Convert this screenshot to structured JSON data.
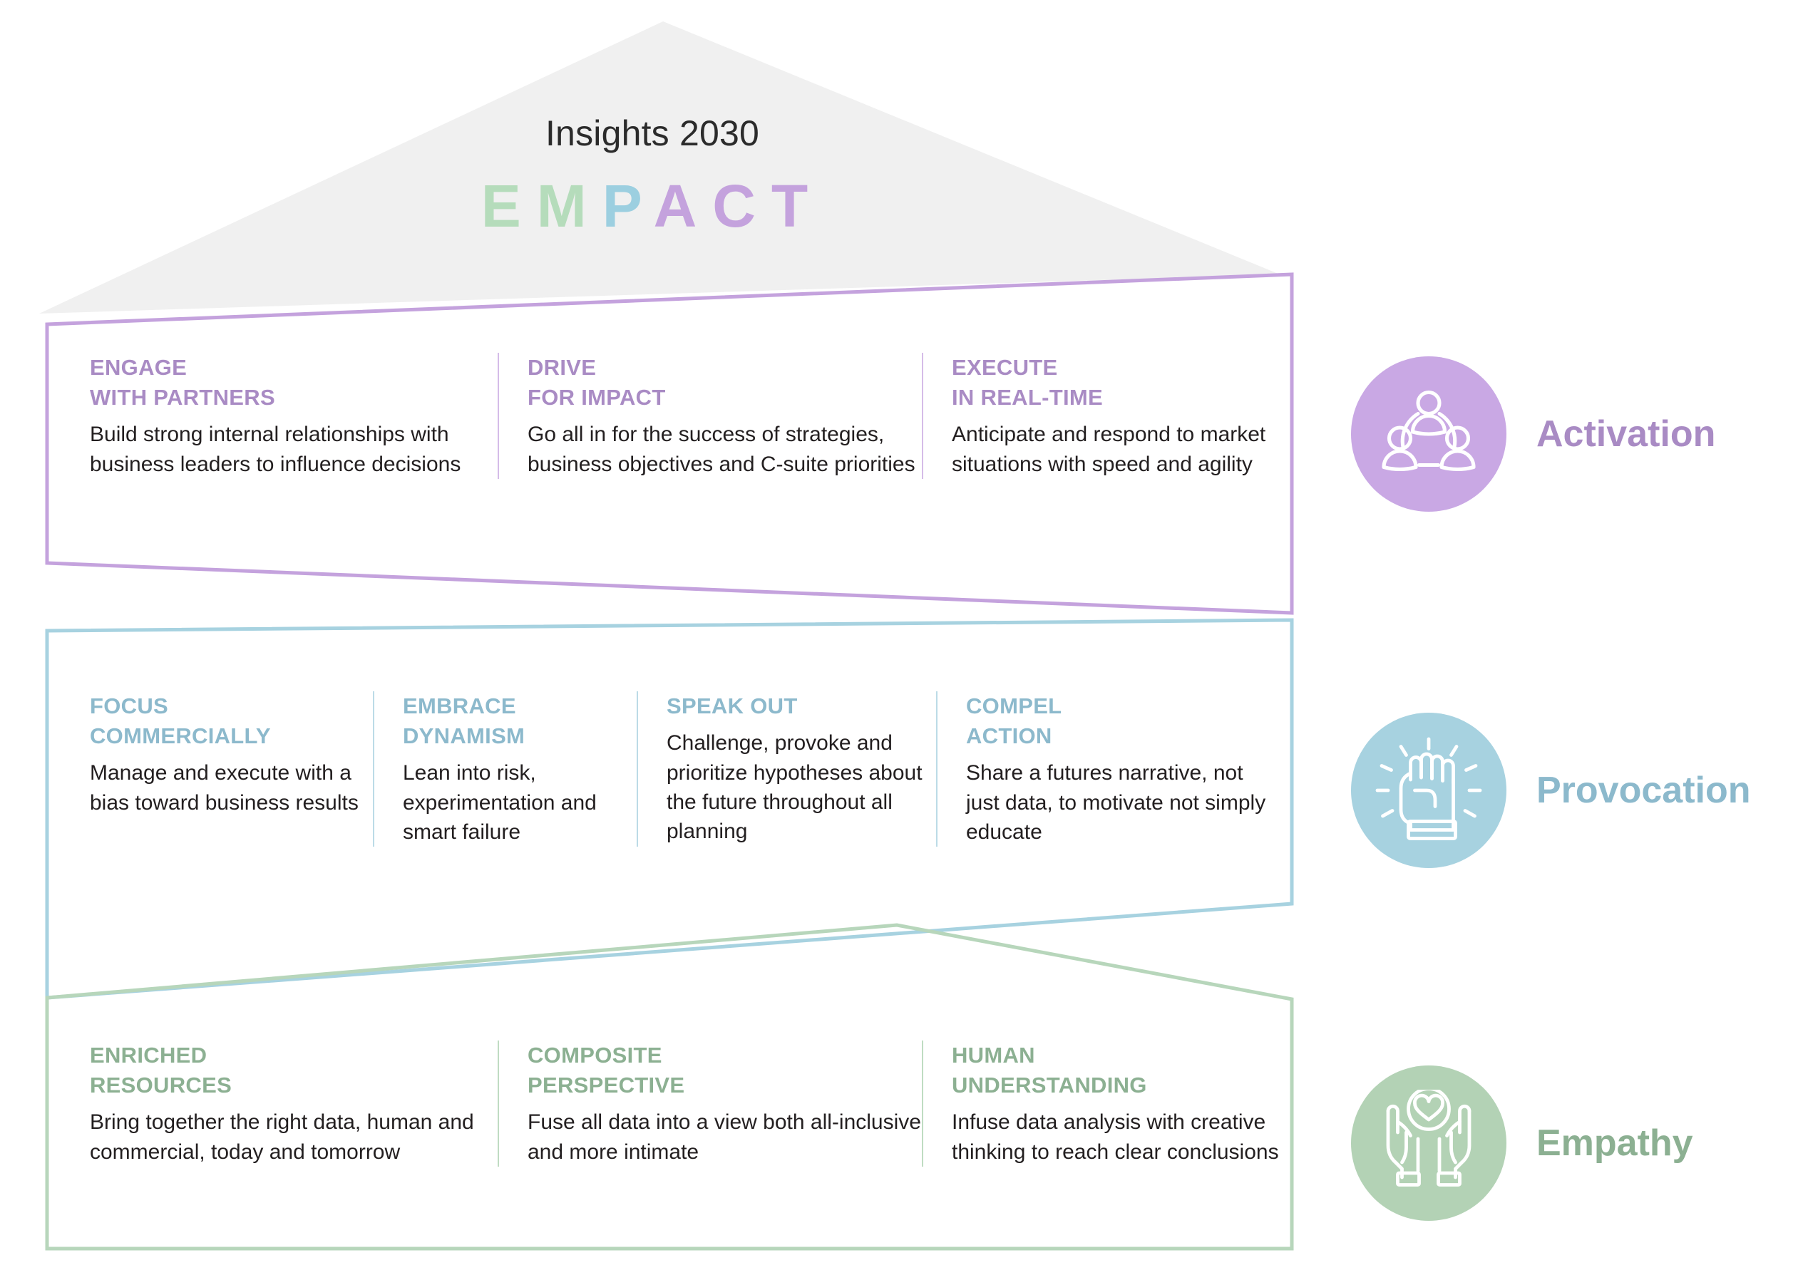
{
  "title": {
    "heading": "Insights 2030",
    "acronym_letters": [
      {
        "char": "E",
        "color": "#b5dcbb"
      },
      {
        "char": "M",
        "color": "#b5dcbb"
      },
      {
        "char": "P",
        "color": "#9ccfe0"
      },
      {
        "char": "A",
        "color": "#c4a2dd"
      },
      {
        "char": "C",
        "color": "#c4a2dd"
      },
      {
        "char": "T",
        "color": "#c4a2dd"
      }
    ],
    "acronym_plain": "EMPACT"
  },
  "colors": {
    "roof_fill": "#f0f0f0",
    "activation_line": "#c4a2dd",
    "activation_circle": "#c9a8e4",
    "activation_text": "#a98bc4",
    "provocation_line": "#a7d2e0",
    "provocation_circle": "#a7d2e0",
    "provocation_text": "#8cb9cc",
    "empathy_line": "#b7d6bb",
    "empathy_circle": "#b3d2b5",
    "empathy_text": "#8cb092",
    "body_text": "#231f20"
  },
  "bands": [
    {
      "key": "activation",
      "legend_label": "Activation",
      "legend_icon": "three-people-network-icon",
      "columns": [
        {
          "heading_line1": "ENGAGE",
          "heading_line2": "WITH PARTNERS",
          "body": "Build strong internal relationships with business leaders to influence decisions"
        },
        {
          "heading_line1": "DRIVE",
          "heading_line2": "FOR IMPACT",
          "body": "Go all in for the success of strategies, business objectives and C-suite priorities"
        },
        {
          "heading_line1": "EXECUTE",
          "heading_line2": "IN REAL-TIME",
          "body": "Anticipate and respond to market situations with speed and agility"
        }
      ]
    },
    {
      "key": "provocation",
      "legend_label": "Provocation",
      "legend_icon": "raised-fist-icon",
      "columns": [
        {
          "heading_line1": "FOCUS",
          "heading_line2": "COMMERCIALLY",
          "body": "Manage and execute with a bias toward business results"
        },
        {
          "heading_line1": "EMBRACE",
          "heading_line2": "DYNAMISM",
          "body": "Lean into risk, experimentation and smart failure"
        },
        {
          "heading_line1": "SPEAK OUT",
          "heading_line2": "",
          "body": "Challenge, provoke and prioritize hypotheses about the future throughout all planning"
        },
        {
          "heading_line1": "COMPEL",
          "heading_line2": "ACTION",
          "body": "Share a futures narrative, not just data, to motivate not simply educate"
        }
      ]
    },
    {
      "key": "empathy",
      "legend_label": "Empathy",
      "legend_icon": "hands-holding-heart-icon",
      "columns": [
        {
          "heading_line1": "ENRICHED",
          "heading_line2": "RESOURCES",
          "body": "Bring together the right data, human and commercial, today and tomorrow"
        },
        {
          "heading_line1": "COMPOSITE",
          "heading_line2": "PERSPECTIVE",
          "body": "Fuse all data into a view both all-inclusive and more intimate"
        },
        {
          "heading_line1": "HUMAN",
          "heading_line2": "UNDERSTANDING",
          "body": "Infuse data analysis with creative thinking to reach clear conclusions"
        }
      ]
    }
  ]
}
